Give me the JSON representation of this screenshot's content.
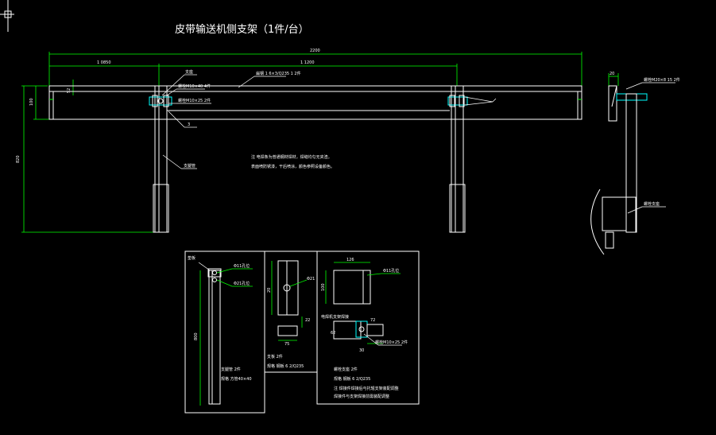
{
  "title": "皮带输送机侧支架（1件/台）",
  "main_view": {
    "dim_total": "2200",
    "dim_left": "1 0850",
    "dim_right": "1 1200",
    "dim_height": "820",
    "dim_beam": "100",
    "dim_small": "52",
    "label_flat_bar": "扁钢  1 6×3/Q235 1 2件",
    "label_bracket": "支座",
    "label_bolt_top": "螺栓M10×40 4件",
    "label_bolt_mid": "螺栓M10×25 2件",
    "label_leg": "支腿管",
    "label_weld": "3"
  },
  "notes": {
    "line1": "注  电焊条为普通钢材焊材，焊缝均匀无夹渣。",
    "line2": "    表面喷防锈漆，干后喷涂，颜色参照设备颜色。"
  },
  "side_view": {
    "dim_top": "20",
    "label_bolt": "螺栓M20×8  15 2件"
  },
  "side_detail": {
    "label": "螺栓支座"
  },
  "detail_left": {
    "label_top": "垫板",
    "label_hole1": "Φ11孔位",
    "label_hole2": "Φ21孔位",
    "dim_len": "800",
    "label_pipe1": "支腿管  2件",
    "label_pipe2": "规格  方管40×40"
  },
  "detail_mid": {
    "dim_h": "20",
    "dim_hole": "Φ21",
    "dim_w": "75",
    "dim_small": "22",
    "label_part1": "支板  2件",
    "label_part2": "规格  钢板  6 2/Q235"
  },
  "detail_right": {
    "dim_w": "126",
    "dim_h": "100",
    "label_hole": "Φ11孔位",
    "label_weld": "电焊机支架焊接",
    "dim_a": "62",
    "dim_b": "72",
    "dim_c": "30",
    "label_bolt": "螺栓M10×25 2件",
    "label_part1": "螺栓支座  2件",
    "label_part2": "规格  钢板 6 2/Q235",
    "note1": "注  焊接件焊接后与托辊支架装配调整",
    "note2": "    焊接件与支架焊接前需装配调整"
  }
}
